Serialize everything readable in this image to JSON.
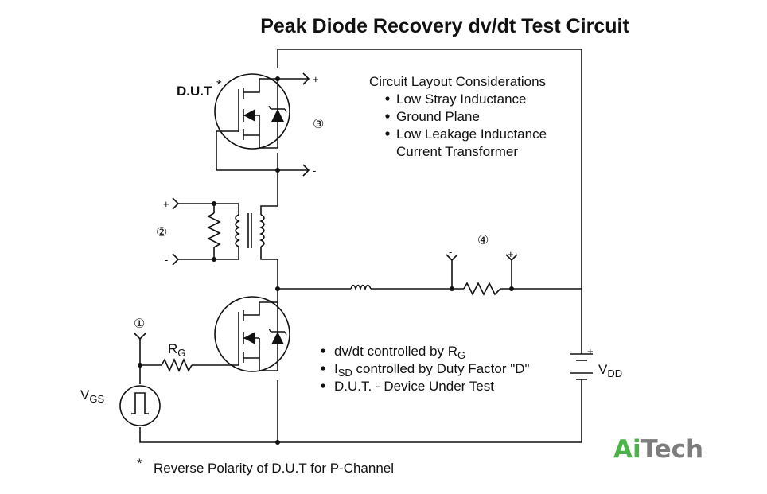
{
  "title": "Peak Diode Recovery dv/dt Test Circuit",
  "dut_label": "D.U.T",
  "dut_star": "*",
  "plus": "+",
  "minus": "-",
  "markers": {
    "one": "①",
    "two": "②",
    "three": "③",
    "four": "④"
  },
  "considerations": {
    "heading": "Circuit Layout Considerations",
    "items": [
      "Low Stray Inductance",
      "Ground Plane",
      "Low Leakage Inductance"
    ],
    "item_continuation": "Current Transformer"
  },
  "notes": [
    {
      "main": "dv/dt controlled by R",
      "sub": "G",
      "rest": ""
    },
    {
      "main": "I",
      "sub": "SD",
      "rest": " controlled by Duty Factor \"D\""
    },
    {
      "main": "D.U.T. - Device Under Test",
      "sub": "",
      "rest": ""
    }
  ],
  "rg_label": {
    "main": "R",
    "sub": "G"
  },
  "vgs_label": {
    "main": "V",
    "sub": "GS"
  },
  "vdd_label": {
    "main": "V",
    "sub": "DD"
  },
  "footnote_star": "*",
  "footnote_text": "Reverse Polarity of D.U.T for P-Channel",
  "logo": {
    "part1": "Ai",
    "part2": "Tech"
  }
}
